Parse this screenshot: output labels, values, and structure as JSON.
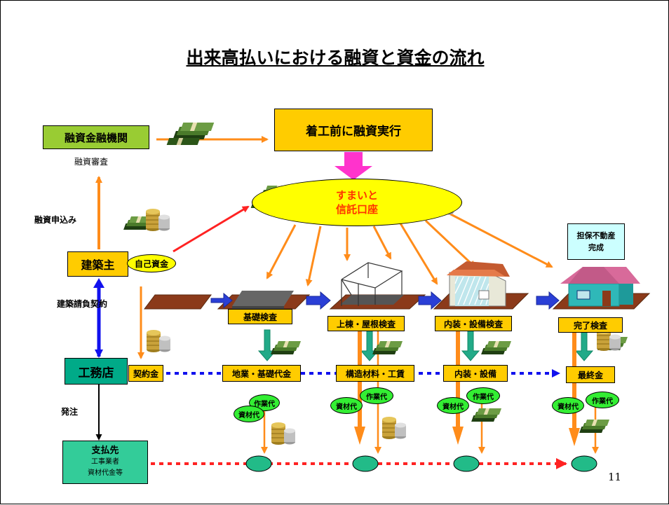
{
  "title": "出来高払いにおける融資と資金の流れ",
  "page_number": "11",
  "nodes": {
    "bank": "融資金融機関",
    "bank_sub": "融資審査",
    "loan_exec": "着工前に融資実行",
    "trust_line1": "すまいと",
    "trust_line2": "信託口座",
    "owner": "建築主",
    "own_funds": "自己資金",
    "builder": "工務店",
    "payee_title": "支払先",
    "payee_line1": "工事業者",
    "payee_line2": "資材代金等",
    "collateral_line1": "担保不動産",
    "collateral_line2": "完成"
  },
  "labels": {
    "loan_application": "融資申込み",
    "contract": "建築請負契約",
    "order": "発注"
  },
  "inspections": [
    "基礎検査",
    "上棟・屋根検査",
    "内装・設備検査",
    "完了検査"
  ],
  "payments": [
    "契約金",
    "地業・基礎代金",
    "構造材料・工賃",
    "内装・設備",
    "最終金"
  ],
  "cost_items": {
    "material": "資材代",
    "labor": "作業代"
  },
  "colors": {
    "bank_green": "#99CC33",
    "gold": "#FFCC00",
    "yellow": "#FFFF00",
    "teal": "#00AA88",
    "payee_green": "#33CC99",
    "orange_arrow": "#FF8C1A",
    "blue_arrow": "#1111EE",
    "red_arrow": "#FF2222",
    "magenta_arrow": "#FF33CC",
    "green_oval": "#33EE33"
  }
}
